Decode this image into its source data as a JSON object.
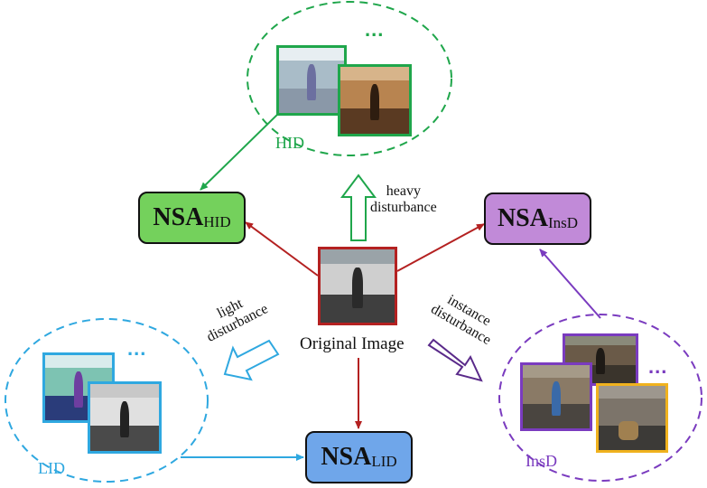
{
  "center": {
    "label": "Original Image"
  },
  "boxes": {
    "hid": {
      "main": "NSA",
      "sub": "HID",
      "color": "#74d15c"
    },
    "insd": {
      "main": "NSA",
      "sub": "InsD",
      "color": "#c18ad8"
    },
    "lid": {
      "main": "NSA",
      "sub": "LID",
      "color": "#6fa6ea"
    }
  },
  "clusters": {
    "hid": {
      "label": "HID",
      "dots": "...",
      "color": "#1fa64b"
    },
    "lid": {
      "label": "LID",
      "dots": "...",
      "color": "#2fa8e0"
    },
    "insd": {
      "label": "InsD",
      "dots": "...",
      "color": "#7a3bbf"
    }
  },
  "arrows": {
    "heavy": "heavy disturbance",
    "heavy_lines": [
      "heavy",
      "disturbance"
    ],
    "light_lines": [
      "light",
      "disturbance"
    ],
    "instance_lines": [
      "instance",
      "disturbance"
    ]
  },
  "colors": {
    "center_arrow": "#b42121",
    "hid_arrow": "#1fa64b",
    "lid_arrow": "#2fa8e0",
    "insd_arrow": "#7a3bbf",
    "insd_photo_border_1": "#7a3bbf",
    "insd_photo_border_2": "#f0b21e"
  }
}
